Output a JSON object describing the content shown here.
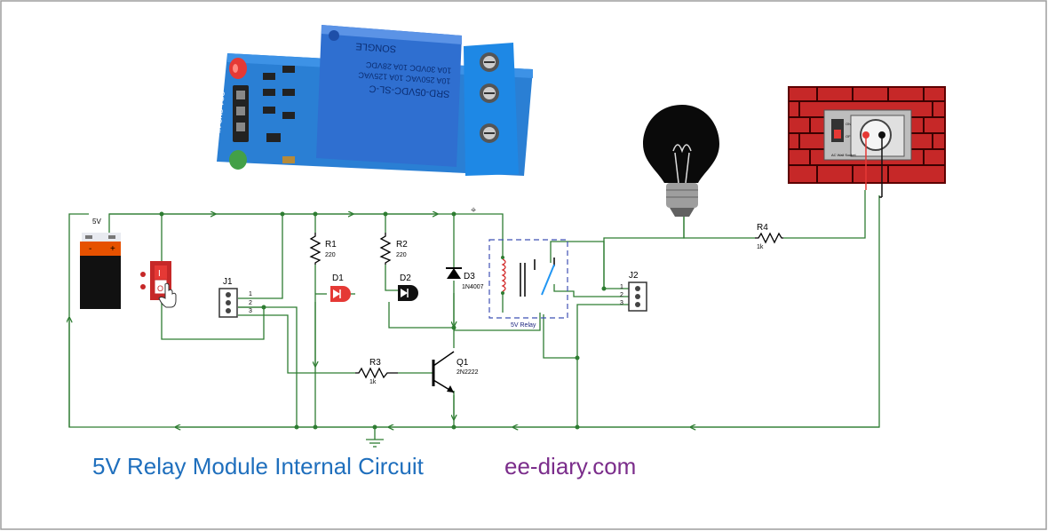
{
  "caption": "5V Relay Module Internal Circuit",
  "site": "ee-diary.com",
  "colors": {
    "caption": "#1f6fbd",
    "site": "#7b2d8b",
    "wire": "#2e7d32",
    "frame": "#9e9e9e",
    "relay_body": "#2f6fd0",
    "brick": "#c62828",
    "led_red": "#e53935"
  },
  "battery": {
    "voltage": "5V",
    "minus": "-",
    "plus": "+"
  },
  "switch": {
    "on_mark": "I",
    "off_mark": "O"
  },
  "components": {
    "r1": {
      "ref": "R1",
      "value": "220"
    },
    "r2": {
      "ref": "R2",
      "value": "220"
    },
    "r3": {
      "ref": "R3",
      "value": "1k"
    },
    "r4": {
      "ref": "R4",
      "value": "1k"
    },
    "d1": {
      "ref": "D1"
    },
    "d2": {
      "ref": "D2"
    },
    "d3": {
      "ref": "D3",
      "value": "1N4007"
    },
    "q1": {
      "ref": "Q1",
      "value": "2N2222"
    },
    "relay": {
      "label": "5V Relay"
    },
    "j1": {
      "ref": "J1",
      "pins": [
        "1",
        "2",
        "3"
      ]
    },
    "j2": {
      "ref": "J2",
      "pins": [
        "1",
        "2",
        "3"
      ]
    }
  },
  "wall_socket": {
    "on": "ON",
    "off": "OFF",
    "label": "AC Wall Socket"
  },
  "module_photo": {
    "relay_line1": "SRD-05VDC-SL-C",
    "relay_line2": "10A 250VAC  10A 125VAC",
    "relay_line3": "10A 30VDC  10A 28VDC",
    "relay_brand": "SONGLE",
    "pin_labels": "IN GND VCC"
  }
}
